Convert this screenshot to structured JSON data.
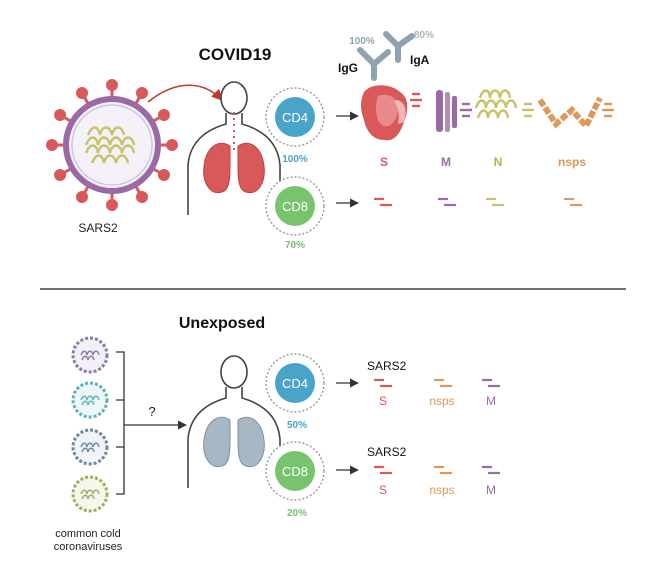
{
  "covid": {
    "title": "COVID19",
    "virus_label": "SARS2",
    "antibody_igg": "IgG",
    "antibody_iga": "IgA",
    "antibody_igg_pct": "100%",
    "antibody_iga_pct": "80%",
    "cd4": {
      "label": "CD4",
      "percent": "100%"
    },
    "cd8": {
      "label": "CD8",
      "percent": "70%"
    },
    "proteins": [
      "S",
      "M",
      "N",
      "nsps"
    ]
  },
  "unexposed": {
    "title": "Unexposed",
    "question": "?",
    "viruses_label_line1": "common cold",
    "viruses_label_line2": "coronaviruses",
    "cd4": {
      "label": "CD4",
      "percent": "50%",
      "target": "SARS2"
    },
    "cd8": {
      "label": "CD8",
      "percent": "20%",
      "target": "SARS2"
    },
    "proteins": [
      "S",
      "nsps",
      "M"
    ]
  },
  "colors": {
    "spike": "#d9585a",
    "membrane": "#9a6aa6",
    "nucleocapsid": "#b7b24e",
    "nsps": "#e0985a",
    "cd4": "#4aa3c9",
    "cd8": "#78c36e",
    "antibody": "#8fa3ae",
    "lung_covid": "#d9585a",
    "lung_unexposed": "#9aa9b6",
    "divider": "#707070"
  }
}
